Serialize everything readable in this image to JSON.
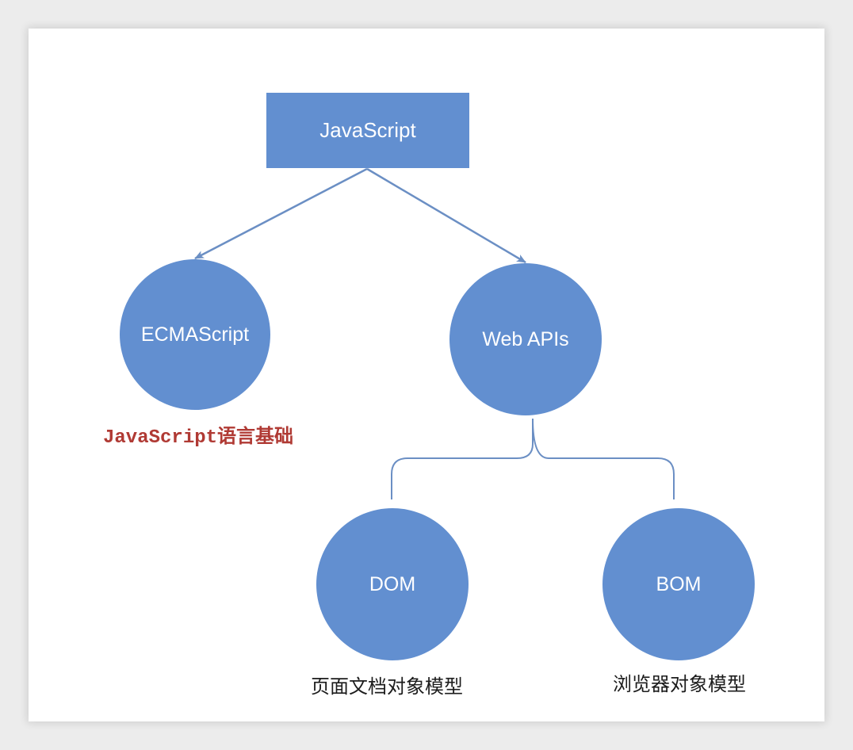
{
  "diagram": {
    "root": {
      "label": "JavaScript"
    },
    "nodes": {
      "ecmascript": {
        "label": "ECMAScript",
        "caption": "JavaScript语言基础"
      },
      "webapis": {
        "label": "Web APIs"
      },
      "dom": {
        "label": "DOM",
        "caption": "页面文档对象模型"
      },
      "bom": {
        "label": "BOM",
        "caption": "浏览器对象模型"
      }
    },
    "colors": {
      "node_fill": "#628fd0",
      "connector": "#6b8fc4",
      "caption_red": "#b03a34",
      "caption_dark": "#1c1c1c",
      "background": "#ececec",
      "card": "#ffffff"
    }
  }
}
